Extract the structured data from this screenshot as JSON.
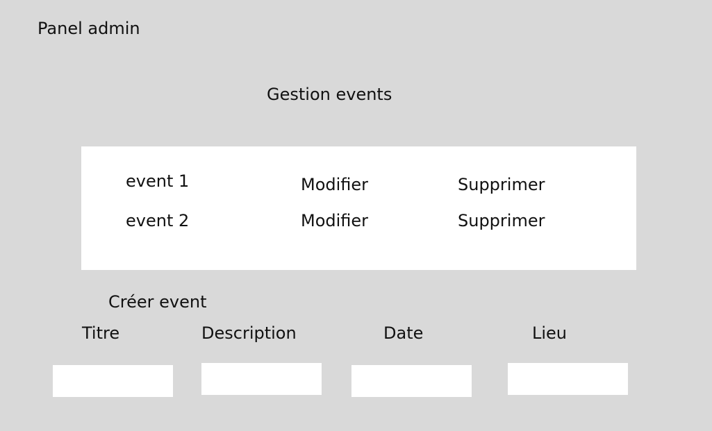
{
  "header": {
    "title": "Panel admin"
  },
  "events_section": {
    "title": "Gestion events",
    "events": [
      {
        "name": "event 1",
        "edit_label": "Modifier",
        "delete_label": "Supprimer"
      },
      {
        "name": "event 2",
        "edit_label": "Modifier",
        "delete_label": "Supprimer"
      }
    ]
  },
  "create_section": {
    "title": "Créer event",
    "fields": [
      {
        "label": "Titre",
        "value": ""
      },
      {
        "label": "Description",
        "value": ""
      },
      {
        "label": "Date",
        "value": ""
      },
      {
        "label": "Lieu",
        "value": ""
      }
    ]
  },
  "colors": {
    "background": "#d9d9d9",
    "panel": "#ffffff",
    "text": "#111111"
  }
}
